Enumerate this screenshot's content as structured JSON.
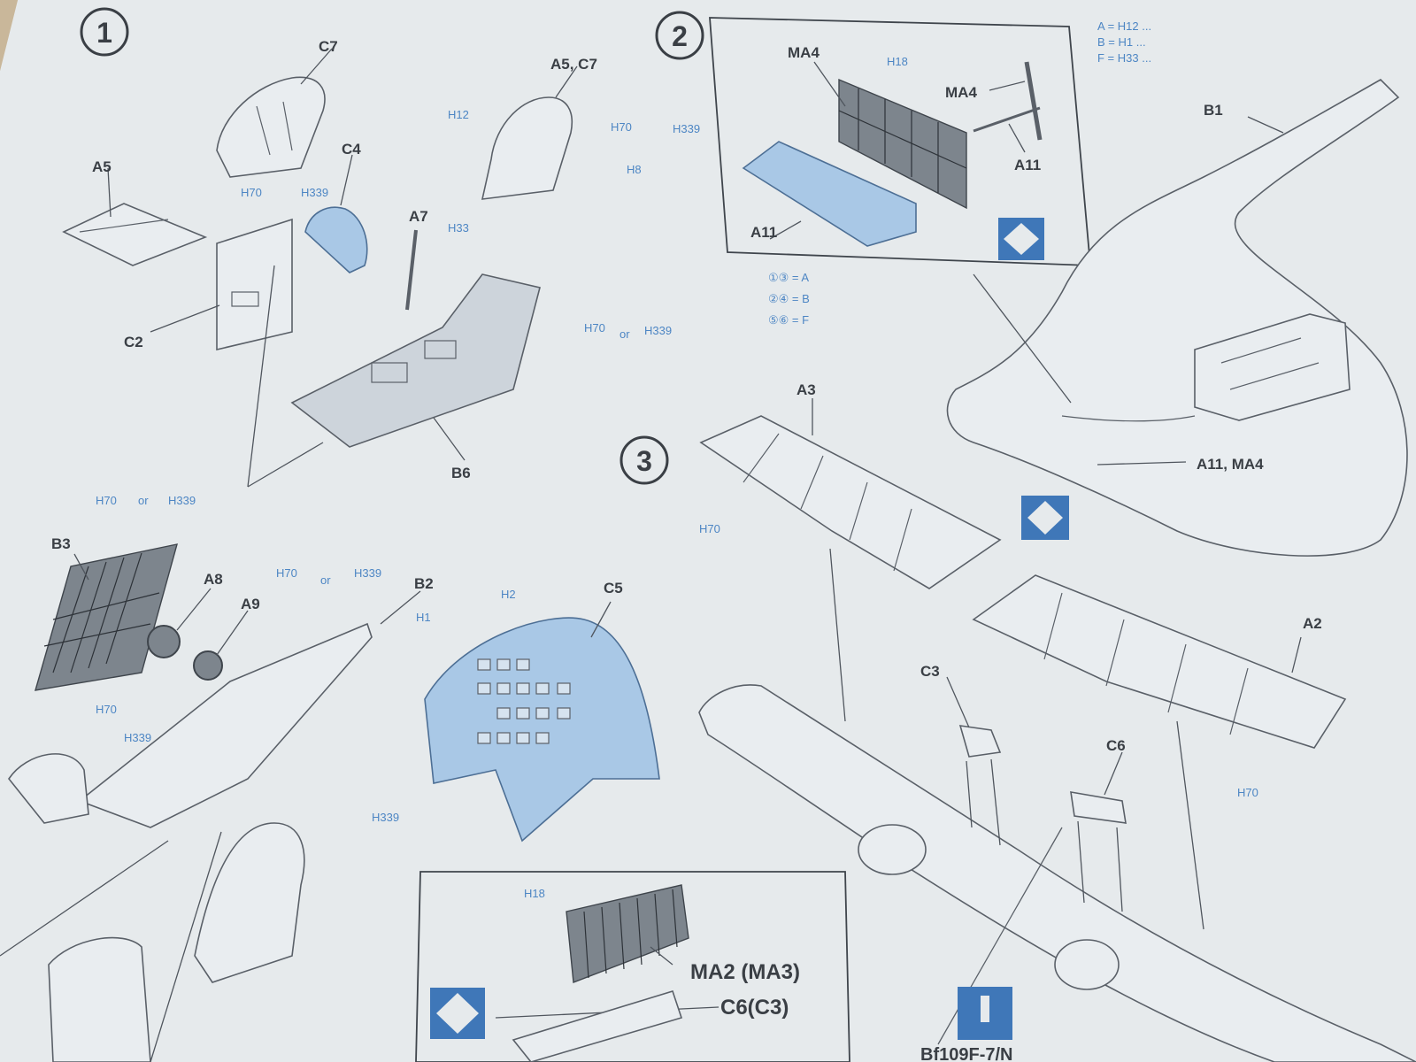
{
  "steps": {
    "step1": "1",
    "step2": "2",
    "step3": "3"
  },
  "labels": {
    "c7": "C7",
    "a5": "A5",
    "a5c7": "A5, C7",
    "c4": "C4",
    "c2": "C2",
    "a7": "A7",
    "b6": "B6",
    "ma4_a": "MA4",
    "ma4_b": "MA4",
    "a11_a": "A11",
    "a11_b": "A11",
    "b1": "B1",
    "a11ma4": "A11, MA4",
    "a3": "A3",
    "a2": "A2",
    "b3": "B3",
    "a8": "A8",
    "a9": "A9",
    "b2": "B2",
    "c5": "C5",
    "c3": "C3",
    "c6": "C6",
    "ma2ma3": "MA2 (MA3)",
    "c6c3": "C6(C3)"
  },
  "color_codes": {
    "h70": "H70",
    "h339": "H339",
    "h12": "H12",
    "h2": "H2",
    "h1": "H1",
    "h18": "H18",
    "h33": "H33",
    "h8": "H8",
    "or": "or"
  },
  "mix_key": {
    "line_a": "A = H12 ...",
    "line_b": "B = H1 ...",
    "line_f": "F = H33 ..."
  },
  "variant_key": {
    "a": "①③ = A",
    "b": "②④ = B",
    "f": "⑤⑥ = F"
  },
  "footer_tag": "Bf109F-7/N",
  "colors": {
    "paper": "#e6eaec",
    "part_blue": "#a9c8e6",
    "code_blue": "#4d86c4",
    "ink": "#3a3f45",
    "table": "#c9b79a"
  }
}
